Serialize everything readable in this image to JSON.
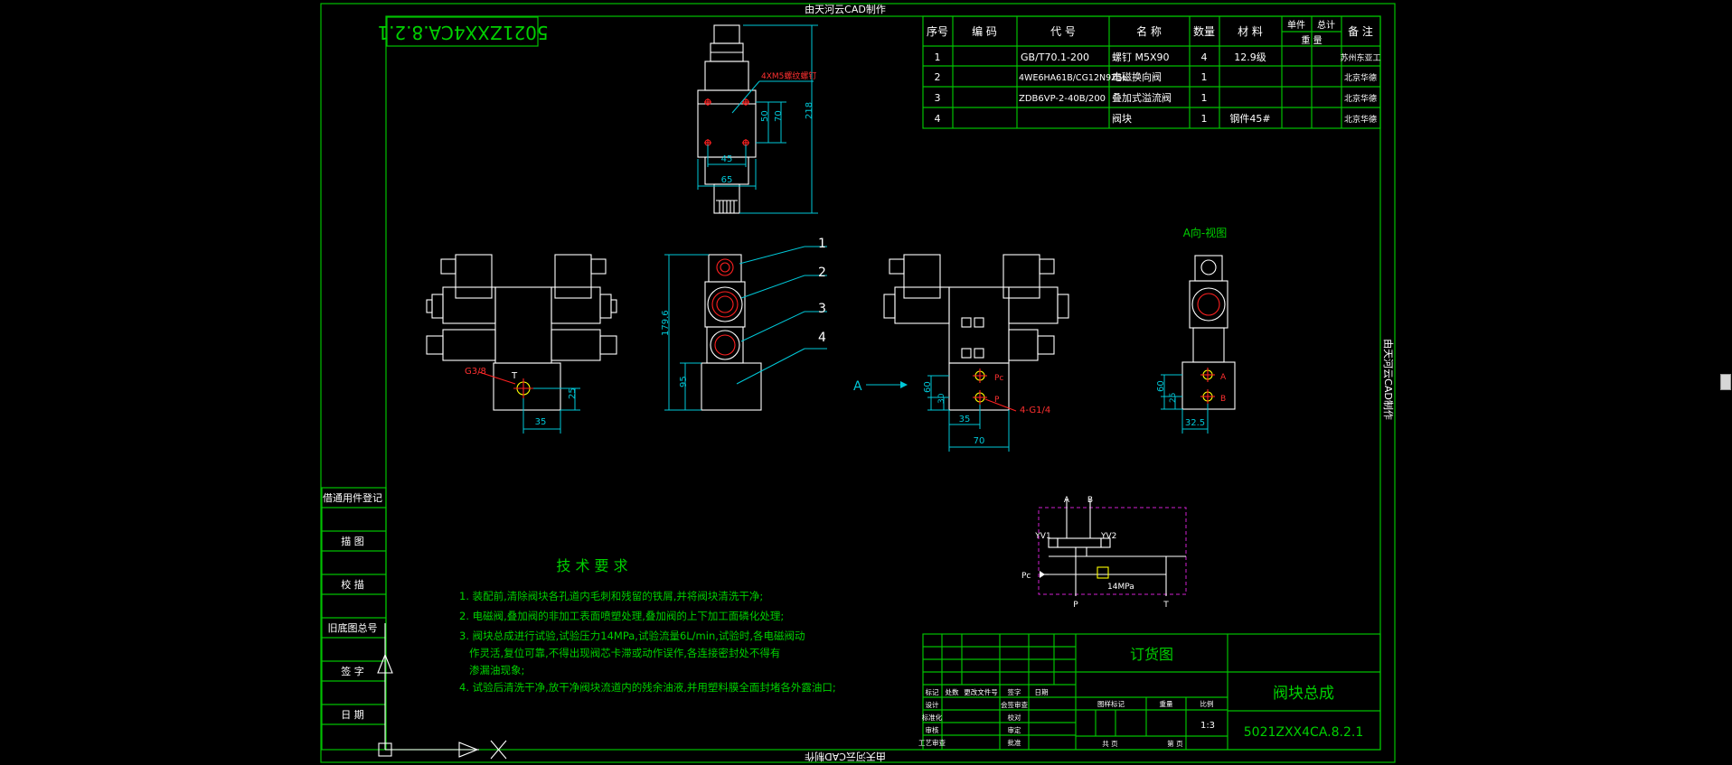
{
  "drawing": {
    "watermark": "由天河云CAD制作",
    "drawing_code_stamp": "5021ZXX4CA.8.2.1",
    "section_view_label": "A向-视图",
    "view_arrow_label": "A",
    "callouts": [
      "1",
      "2",
      "3",
      "4"
    ],
    "dimensions": {
      "top_hole_note": "4XM5螺纹螺钉",
      "top_45": "45",
      "top_65": "65",
      "top_50": "50",
      "top_70": "70",
      "top_218": "218",
      "left_thread": "G3/8",
      "left_port": "T",
      "left_35": "35",
      "left_25": "25",
      "mid_179": "179.6",
      "mid_95": "95",
      "right_60": "60",
      "right_30": "30",
      "right_35": "35",
      "right_70": "70",
      "right_thread": "4-G1/4",
      "right_pc": "Pc",
      "right_p": "P",
      "av_a": "A",
      "av_b": "B",
      "av_60": "60",
      "av_25": "25",
      "av_32": "32.5"
    },
    "schematic": {
      "a": "A",
      "b": "B",
      "yv1": "YV1",
      "yv2": "YV2",
      "pc": "Pc",
      "p": "P",
      "t": "T",
      "pressure": "14MPa"
    },
    "tech_requirements": {
      "title": "技 术 要 求",
      "lines": [
        "1. 装配前,清除阀块各孔道内毛刺和残留的铁屑,并将阀块清洗干净;",
        "2. 电磁阀,叠加阀的非加工表面喷塑处理,叠加阀的上下加工面磷化处理;",
        "3. 阀块总成进行试验,试验压力14MPa,试验流量6L/min,试验时,各电磁阀动",
        "   作灵活,复位可靠,不得出现阀芯卡滞或动作误作,各连接密封处不得有",
        "   渗漏油现象;",
        "4. 试验后清洗干净,放干净阀块流道内的残余油液,并用塑料膜全面封堵各外露油口;"
      ]
    },
    "left_stamp_labels": [
      "借通用件登记",
      "描 图",
      "校 描",
      "旧底图总号",
      "签 字",
      "日 期"
    ],
    "bom": {
      "headers": [
        "序号",
        "编 码",
        "代 号",
        "名 称",
        "数量",
        "材 料",
        "单件",
        "总计",
        "重 量",
        "备 注"
      ],
      "rows": [
        [
          "1",
          "",
          "GB/T70.1-200",
          "螺钉 M5X90",
          "4",
          "12.9级",
          "",
          "",
          "苏州东亚工",
          ""
        ],
        [
          "2",
          "",
          "4WE6HA61B/CG12N9Z5L",
          "电磁换向阀",
          "1",
          "",
          "",
          "",
          "北京华德",
          ""
        ],
        [
          "3",
          "",
          "ZDB6VP-2-40B/200",
          "叠加式溢流阀",
          "1",
          "",
          "",
          "",
          "北京华德",
          ""
        ],
        [
          "4",
          "",
          "",
          "阀块",
          "1",
          "钢件45#",
          "",
          "",
          "北京华德",
          ""
        ]
      ]
    },
    "title_block": {
      "order_label": "订货图",
      "name": "阀块总成",
      "code": "5021ZXX4CA.8.2.1",
      "scale_value": "1:3",
      "labels": [
        "标记",
        "处数",
        "更改文件号",
        "签字",
        "日期",
        "设计",
        "标准化",
        "审核",
        "工艺审查",
        "校对",
        "审定",
        "图样标记",
        "重量",
        "比例",
        "共 页",
        "第 页",
        "会签审查",
        "批准"
      ]
    }
  }
}
